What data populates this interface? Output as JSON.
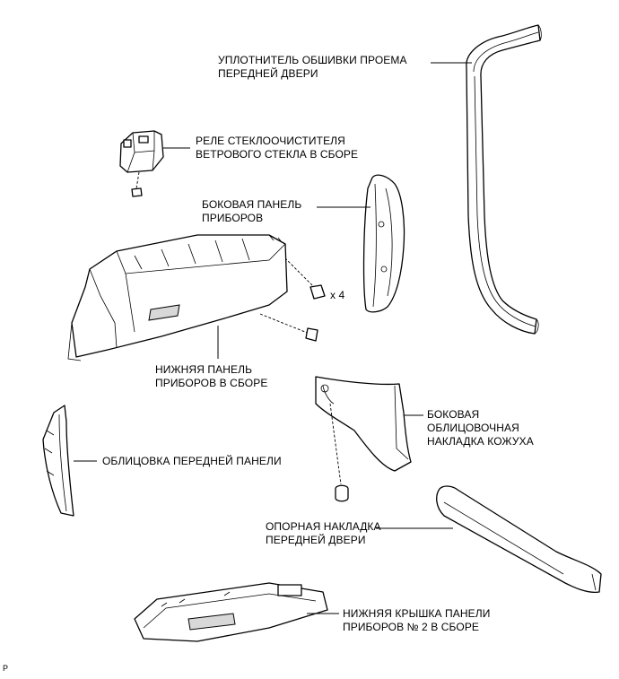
{
  "labels": {
    "door_opening_seal": [
      "УПЛОТНИТЕЛЬ ОБШИВКИ ПРОЕМА",
      "ПЕРЕДНЕЙ ДВЕРИ"
    ],
    "wiper_relay": [
      "РЕЛЕ СТЕКЛООЧИСТИТЕЛЯ",
      "ВЕТРОВОГО СТЕКЛА В СБОРЕ"
    ],
    "side_panel": [
      "БОКОВАЯ ПАНЕЛЬ",
      "ПРИБОРОВ"
    ],
    "bolt_qty": "x 4",
    "lower_panel": [
      "НИЖНЯЯ ПАНЕЛЬ",
      "ПРИБОРОВ В СБОРЕ"
    ],
    "cowl_side_trim": [
      "БОКОВАЯ",
      "ОБЛИЦОВОЧНАЯ",
      "НАКЛАДКА КОЖУХА"
    ],
    "front_panel_trim": "ОБЛИЦОВКА ПЕРЕДНЕЙ ПАНЕЛИ",
    "door_scuff_plate": [
      "ОПОРНАЯ НАКЛАДКА",
      "ПЕРЕДНЕЙ ДВЕРИ"
    ],
    "lower_cover": [
      "НИЖНЯЯ КРЫШКА ПАНЕЛИ",
      "ПРИБОРОВ № 2 В СБОРЕ"
    ],
    "corner_mark": "P"
  }
}
